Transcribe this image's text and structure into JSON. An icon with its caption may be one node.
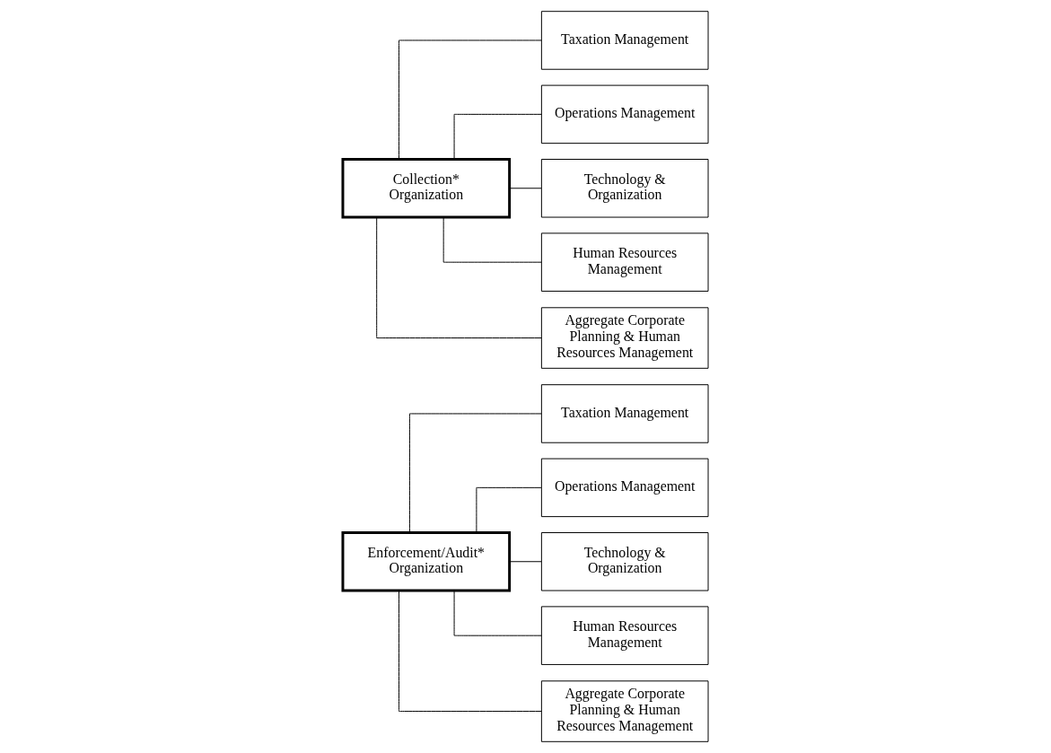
{
  "diagram": {
    "nodes": [
      {
        "text": [
          "Enforcement/Audit* Organization"
        ]
      },
      {
        "text": [
          "Taxation Management"
        ]
      },
      {
        "text": [
          "Operations Management"
        ]
      },
      {
        "text": [
          "Technology & Organization"
        ]
      },
      {
        "text": [
          "Human Resources Management"
        ]
      },
      {
        "text": [
          "Aggregate Corporate Planning & Human Resources Management"
        ]
      },
      {
        "text": [
          "Collection* Organization"
        ]
      },
      {
        "text": [
          "Taxation Management"
        ]
      },
      {
        "text": [
          "Operations Management"
        ]
      },
      {
        "text": [
          "Technology & Organization"
        ]
      },
      {
        "text": [
          "Human Resources Management"
        ]
      },
      {
        "text": [
          "Aggregate Corporate Planning & Human Resources Management"
        ]
      }
    ],
    "edges": [
      {
        "from": 0,
        "to": 1,
        "arrow": "none"
      },
      {
        "from": 0,
        "to": 2,
        "arrow": "none"
      },
      {
        "from": 0,
        "to": 3,
        "arrow": "none"
      },
      {
        "from": 0,
        "to": 4,
        "arrow": "none"
      },
      {
        "from": 0,
        "to": 5,
        "arrow": "none"
      },
      {
        "from": 6,
        "to": 7,
        "arrow": "none"
      },
      {
        "from": 6,
        "to": 8,
        "arrow": "none"
      },
      {
        "from": 6,
        "to": 9,
        "arrow": "none"
      },
      {
        "from": 6,
        "to": 10,
        "arrow": "none"
      },
      {
        "from": 6,
        "to": 11,
        "arrow": "none"
      }
    ]
  }
}
